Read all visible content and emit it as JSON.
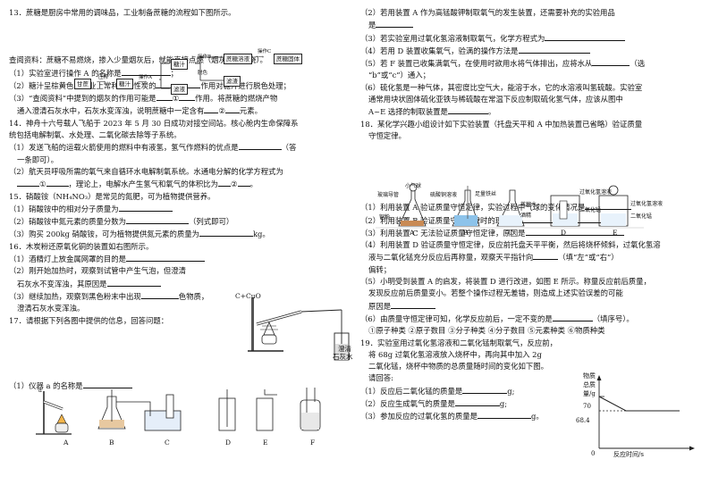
{
  "left": {
    "q13": {
      "title": "13．蔗糖是厨房中常用的调味品，工业制备蔗糖的流程如下图所示。",
      "flow": [
        "甘蔗",
        "压榨",
        "糖汁",
        "操作A",
        "糖汁",
        "操作B",
        "脱色",
        "蔗糖溶液",
        "操作C",
        "蔗糖固体",
        "滤渣",
        "滤液"
      ],
      "info": "查阅资料：蔗糖不易燃烧，掺入少量烟灰后，就能直接点燃（烟灰不能燃烧）。",
      "s1": "（1）实验室进行操作 A 的名称是",
      "s1e": "；",
      "s2": "（2）糖汁呈棕黄色，工业上常利用活性炭的",
      "s2e": "作用对糖汁进行脱色处理；",
      "s3a": "（3）“查阅资料”中提到的烟灰的作用可能是",
      "s3b": "①",
      "s3c": "作用。将蔗糖的燃烧产物",
      "s3d": "通入澄清石灰水中，石灰水变浑浊，说明蔗糖中一定含有",
      "s3e": "②",
      "s3f": "元素。"
    },
    "q14": {
      "title": "14．神舟十六号载人飞船于 2023 年 5 月 30 日成功对接空间站。核心舱内生命保障系",
      "title2": "统包括电解制氧、水处理、二氧化碳去除等子系统。",
      "s1": "（1）发送飞船的运载火箭使用的燃料中有液氢，氢气作燃料的优点是",
      "s1e": "（答",
      "s1f": "一条即可）。",
      "s2": "（2）航天员呼吸所需的氧气来自循环水电解制氧系统。水通电分解的化学方程式为",
      "s2a": "①",
      "s2b": "，理论上，电解水产生氢气和氧气的体积比为",
      "s2c": "②",
      "s2d": "。"
    },
    "q15": {
      "title": "15．硝酸铵（NH₄NO₃）是常见的氮肥，可为植物提供营养。",
      "s1": "（1）硝酸铵中的相对分子质量为",
      "s2": "（2）硝酸铵中氮元素的质量分数为",
      "s2e": "（列式即可）",
      "s3": "（3）购买 200kg 硝酸铵，可为植物提供氮元素的质量为",
      "s3e": "kg。"
    },
    "q16": {
      "title": "16．木炭粉还原氧化铜的装置如右图所示。",
      "s1": "（1）酒精灯上放金属网罩的目的是",
      "s2": "（2）刚开始加热时，观察到试管中产生气泡，但澄清",
      "s2b": "石灰水不变浑浊，其原因是",
      "s3": "（3）继续加热，观察到黑色粉末中出现",
      "s3e": "色物质，",
      "s3b": "澄清石灰水变浑浊。",
      "fig_label1": "C+CuO",
      "fig_label2": "澄清",
      "fig_label3": "石灰水"
    },
    "q17": {
      "title": "17．请根据下列各图中提供的信息，回答问题：",
      "labels": [
        "A",
        "B",
        "C",
        "D",
        "E",
        "F"
      ],
      "mark": "a",
      "s1": "（1）仪器 a 的名称是"
    }
  },
  "right": {
    "q17b": {
      "s2": "（2）若用装置 A 作为高锰酸钾制取氧气的发生装置，还需要补充的实验用品",
      "s2b": "是",
      "s3": "（3）若实验室用过氧化氢溶液制取氧气，化学方程式为",
      "s4": "（4）若用 D 装置收集氧气，验满的操作方法是",
      "s5": "（5）若 F 装置已收集满氧气，在使用时欲用水将气体排出，应将水从",
      "s5e": "（选",
      "s5f": "“b”或“c”）通入；",
      "s6": "（6）硫化氢是一种气体，其密度比空气大，能溶于水，它的水溶液叫氢硫酸。实验室",
      "s6b": "通常用块状固体硫化亚铁与稀硫酸在常温下反应制取硫化氢气体，应该从图中",
      "s6c": "A~E 选择的制取装置是",
      "s6d": "。"
    },
    "q18": {
      "title": "18．某化学兴趣小组设计如下实验装置（托盘天平和 A 中加热装置已省略）验证质量",
      "title2": "守恒定律。",
      "fig_labels": [
        "小气球",
        "玻璃导管",
        "铜粉",
        "硫酸铜溶液",
        "足量铁丝",
        "蒸馏水",
        "酒精",
        "过氧化氢溶液",
        "二氧化锰",
        "过氧化氢溶液",
        "二氧化锰"
      ],
      "letters": [
        "A",
        "B",
        "C",
        "D",
        "E"
      ],
      "s1": "（1）利用装置 A 验证质量守恒定律，实验过程中气球的变化情况是",
      "s2": "（2）利用装置 B 验证质量守恒定律时的现象为",
      "s3": "（3）利用装置 C 无法验证质量守恒定律，原因是",
      "s4": "（4）利用装置 D 验证质量守恒定律，反应前托盘天平平衡，然后将烧杯倾斜，过氧化氢溶",
      "s4b": "液与二氧化锰充分反应后再称量，观察天平指针向",
      "s4c": "（填“左”或“右”）",
      "s4d": "偏转；",
      "s5": "（5）小明受到装置 A 的启发，将装置 D 进行改进，如图 E 所示。称量反应前后质量，",
      "s5b": "发现反应前后质量变小。若整个操作过程无差错，则造成上述实验误差的可能",
      "s5c": "原因是",
      "s6": "（6）由质量守恒定律可知，化学反应前后，一定不变的是",
      "s6e": "（填序号）。",
      "opts": "①原子种类  ②原子数目  ③分子种类  ④分子数目  ⑤元素种类  ⑥物质种类"
    },
    "q19": {
      "title": "19．实验室用过氧化氢溶液和二氧化锰制取氧气，反应前，",
      "l2": "将 68g 过氧化氢溶液放入烧杯中，再向其中加入 2g",
      "l3": "二氧化锰，烧杯中物质的总质量随时间的变化如下图。",
      "l4": "请回答:",
      "s1": "（1）反应后二氧化锰的质量是",
      "s1e": "g;",
      "s2": "（2）反应生成氧气的质量是",
      "s2e": "g;",
      "s3": "（3）参加反应的过氧化氢的质量是",
      "s3e": "g。"
    },
    "chart": {
      "ylabel1": "物质",
      "ylabel2": "总质",
      "ylabel3": "量/g",
      "y_top": "70",
      "y_mid": "68.4",
      "origin": "0",
      "xlabel": "反应时间/s"
    }
  }
}
